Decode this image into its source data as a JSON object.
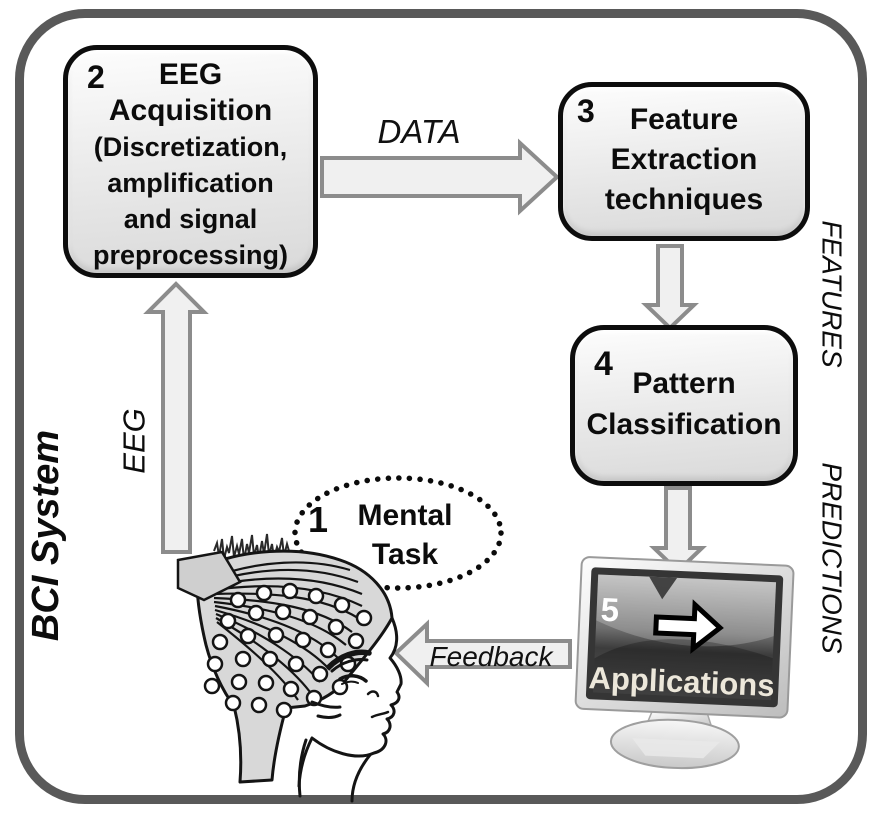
{
  "system_label": "BCI System",
  "boxes": {
    "acquisition": {
      "number": "2",
      "title_lines": [
        "EEG",
        "Acquisition"
      ],
      "subtitle_lines": [
        "(Discretization,",
        "amplification",
        "and signal",
        "preprocessing)"
      ]
    },
    "feature_extraction": {
      "number": "3",
      "lines": [
        "Feature",
        "Extraction",
        "techniques"
      ]
    },
    "pattern_classification": {
      "number": "4",
      "lines": [
        "Pattern",
        "Classification"
      ]
    }
  },
  "labels": {
    "data": "DATA",
    "eeg": "EEG",
    "feedback": "Feedback",
    "features": "FEATURES",
    "predictions": "PREDICTIONS"
  },
  "mental_task": {
    "number": "1",
    "lines": [
      "Mental",
      "Task"
    ]
  },
  "applications": {
    "number": "5",
    "label": "Applications"
  },
  "colors": {
    "outer_border": "#595959",
    "box_border": "#000000",
    "arrow_fill": "#f0f0f0",
    "arrow_stroke": "#8c8c8c",
    "cap_fill": "#d8d8d8",
    "applications_text": "#ece7da"
  }
}
